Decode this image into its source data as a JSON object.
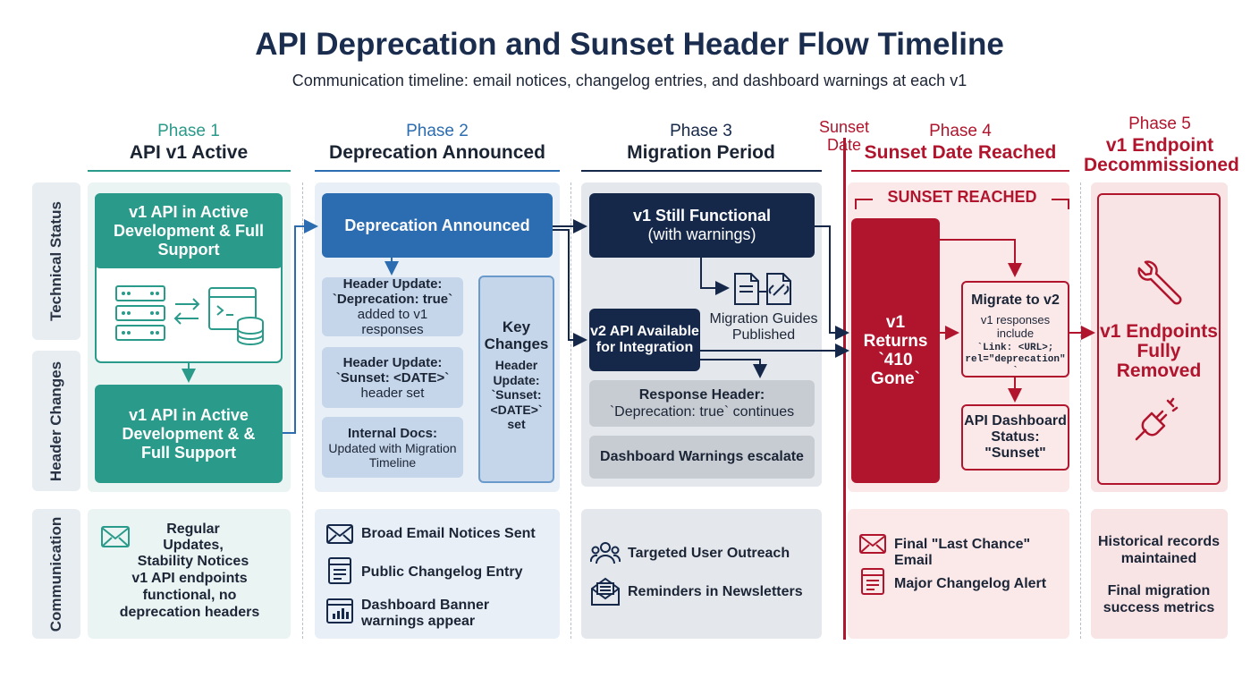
{
  "title": "API Deprecation and Sunset Header Flow Timeline",
  "subtitle": "Communication timeline: email notices, changelog entries, and dashboard warnings at each v1",
  "colors": {
    "teal": "#2a9a8a",
    "blue": "#2c6cb0",
    "navy": "#15284a",
    "red": "#b0152d",
    "grey": "#e6e8eb"
  },
  "row_labels": [
    "Technical Status",
    "Header Changes",
    "Communication"
  ],
  "phases": [
    {
      "num": "Phase 1",
      "title": "API v1 Active"
    },
    {
      "num": "Phase 2",
      "title": "Deprecation Announced"
    },
    {
      "num": "Phase 3",
      "title": "Migration Period"
    },
    {
      "num": "Phase 4",
      "title": "Sunset Date Reached"
    },
    {
      "num": "Phase 5",
      "title": "v1 Endpoint Decommissioned"
    }
  ],
  "sunset_date_label": "Sunset Date",
  "p1": {
    "box_top": "v1 API in Active Development & Full Support",
    "box_bottom": "v1 API in Active Development & & Full Support",
    "comm1": "Regular Updates, Stability Notices",
    "comm2": "v1 API endpoints functional, no deprecation headers"
  },
  "p2": {
    "box_main": "Deprecation Announced",
    "hu1_title": "Header Update: `Deprecation: true`",
    "hu1_sub": "added to v1 responses",
    "hu2_title": "Header Update: `Sunset: <DATE>`",
    "hu2_sub": "header set",
    "docs_title": "Internal Docs:",
    "docs_sub": "Updated with Migration Timeline",
    "key_title": "Key Changes",
    "key_body": "Header Update: `Sunset: <DATE>` set",
    "comm1": "Broad Email Notices Sent",
    "comm2": "Public Changelog Entry",
    "comm3": "Dashboard Banner warnings appear"
  },
  "p3": {
    "box_main": "v1 Still Functional",
    "box_main_sub": "(with warnings)",
    "guides": "Migration Guides Published",
    "v2_box": "v2 API Available for Integration",
    "resp_title": "Response Header:",
    "resp_sub": "`Deprecation: true` continues",
    "dash": "Dashboard Warnings escalate",
    "comm1": "Targeted User Outreach",
    "comm2": "Reminders in Newsletters"
  },
  "p4": {
    "banner": "SUNSET REACHED",
    "returns": "v1 Returns `410 Gone`",
    "migrate_title": "Migrate to v2",
    "migrate_body": "v1 responses include",
    "migrate_code": "`Link: <URL>; rel=\"deprecation\"`",
    "dash_status": "API Dashboard Status: \"Sunset\"",
    "comm1": "Final \"Last Chance\" Email",
    "comm2": "Major Changelog Alert"
  },
  "p5": {
    "removed": "v1 Endpoints Fully Removed",
    "comm1": "Historical records maintained",
    "comm2": "Final migration success metrics"
  }
}
